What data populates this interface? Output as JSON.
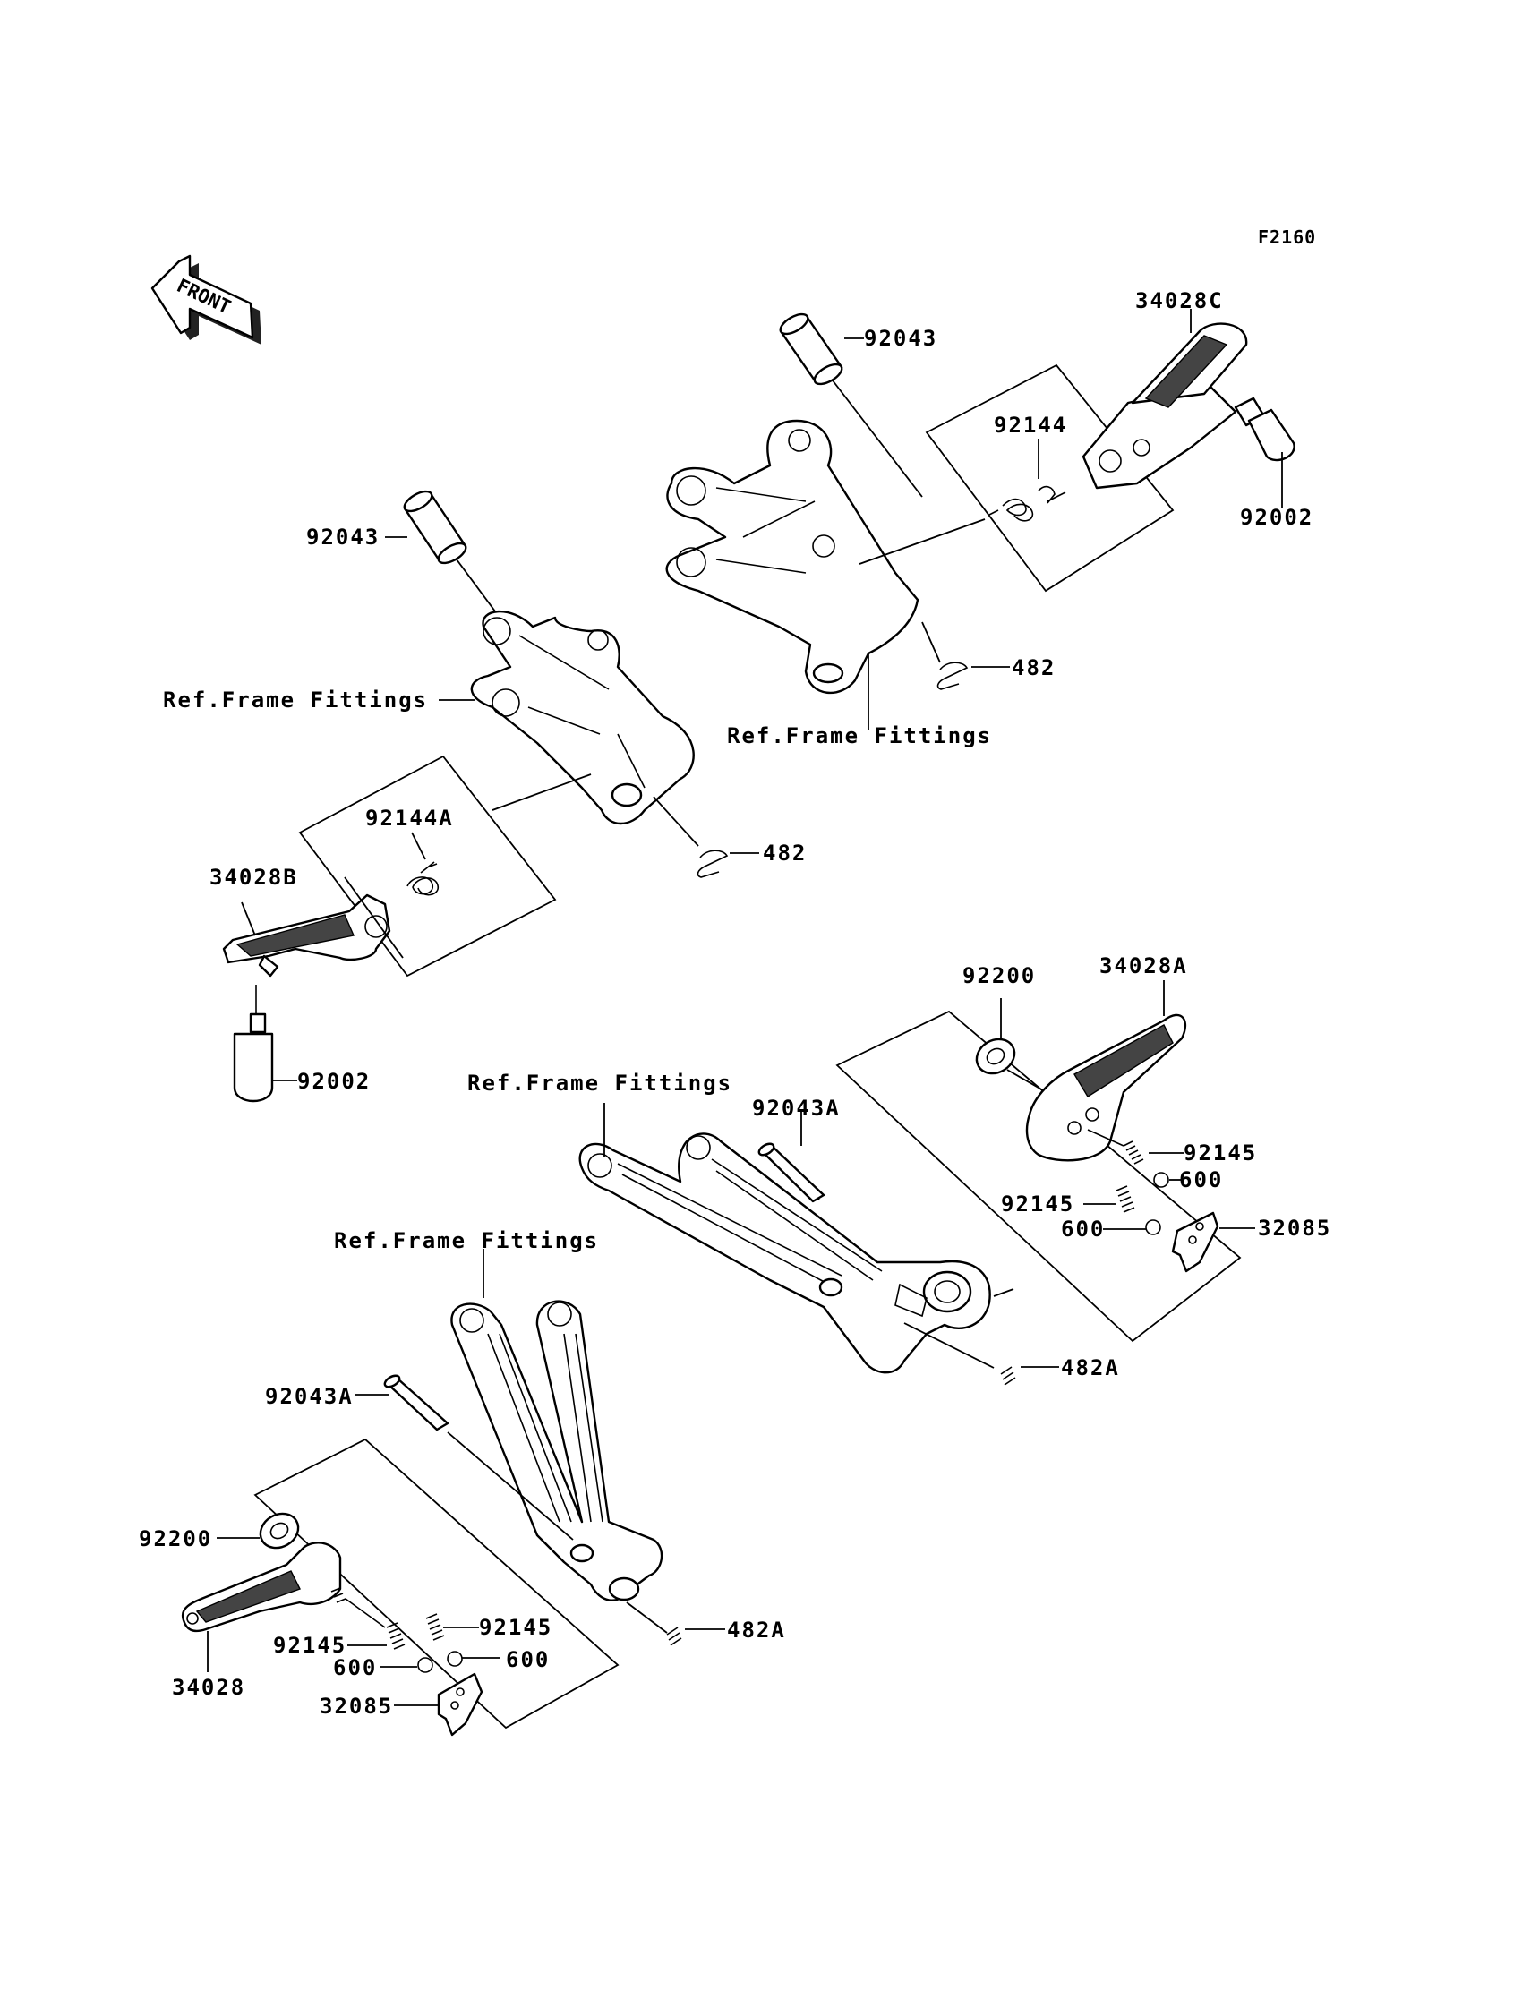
{
  "diagram": {
    "code": "F2160",
    "front_arrow": "FRONT",
    "labels": {
      "r_pin": "92043",
      "r_step": "34028C",
      "r_spring": "92144",
      "r_bolt": "92002",
      "r_clip": "482",
      "r_ref": "Ref.Frame Fittings",
      "l_pin": "92043",
      "l_ref": "Ref.Frame Fittings",
      "l_spring": "92144A",
      "l_clip": "482",
      "l_step": "34028B",
      "l_bolt": "92002",
      "rr_washer": "92200",
      "rr_step": "34028A",
      "rr_ref": "Ref.Frame Fittings",
      "rr_pin": "92043A",
      "rr_spring1": "92145",
      "rr_ball1": "600",
      "rr_spring2": "92145",
      "rr_ball2": "600",
      "rr_plate": "32085",
      "rr_clip": "482A",
      "lr_ref": "Ref.Frame Fittings",
      "lr_pin": "92043A",
      "lr_washer": "92200",
      "lr_spring1": "92145",
      "lr_spring2": "92145",
      "lr_ball1": "600",
      "lr_ball2": "600",
      "lr_step": "34028",
      "lr_plate": "32085",
      "lr_clip": "482A"
    }
  }
}
